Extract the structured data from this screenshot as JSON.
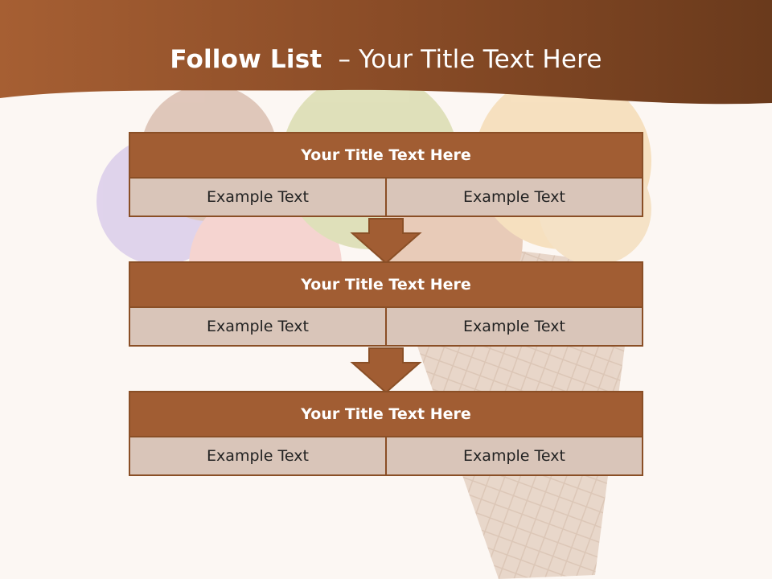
{
  "header": {
    "title_bold": "Follow List",
    "title_rest": "  – Your Title Text Here"
  },
  "colors": {
    "header_brown": "#7a4320",
    "block_title": "#a15d33",
    "block_border": "#8a4f26",
    "cell_fill": "#d9c4b8",
    "background": "#fcf7f3"
  },
  "blocks": [
    {
      "title": "Your Title Text Here",
      "left": "Example Text",
      "right": "Example Text"
    },
    {
      "title": "Your Title Text Here",
      "left": "Example Text",
      "right": "Example Text"
    },
    {
      "title": "Your Title Text Here",
      "left": "Example Text",
      "right": "Example Text"
    }
  ]
}
